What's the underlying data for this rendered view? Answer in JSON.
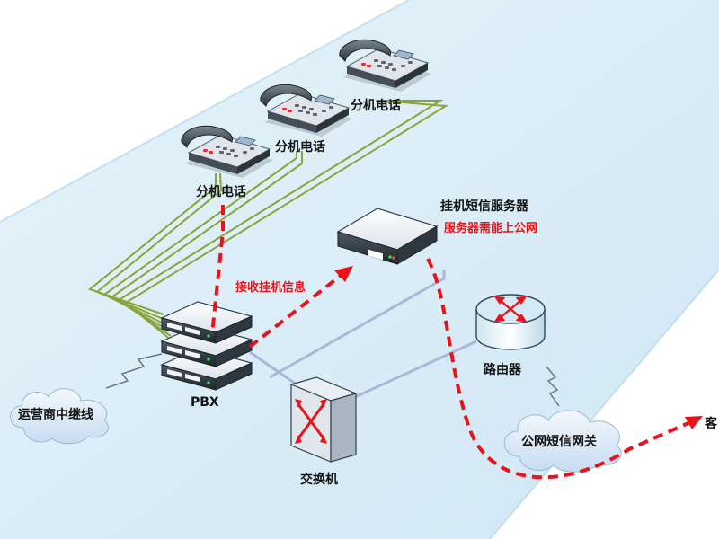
{
  "labels": {
    "ext_phone_1": "分机电话",
    "ext_phone_2": "分机电话",
    "ext_phone_3": "分机电话",
    "sms_server": "挂机短信服务器",
    "server_note": "服务器需能上公网",
    "receive_info": "接收挂机信息",
    "pbx": "PBX",
    "carrier_trunk": "运营商中继线",
    "switch": "交换机",
    "router": "路由器",
    "sms_gateway": "公网短信网关",
    "customer": "客"
  },
  "colors": {
    "floor": "#dbeef8",
    "floor_edge": "#b9dcec",
    "phone_line": "#8aa33a",
    "lan_line": "#a9b8d8",
    "dashed_flow": "#e8131b",
    "note_text": "#e8131b",
    "cloud": "#e3eef9"
  },
  "icons": [
    "desk-phone-icon",
    "server-icon",
    "pbx-stack-icon",
    "switch-icon",
    "router-icon",
    "cloud-icon",
    "lightning-icon",
    "arrow-icon"
  ]
}
